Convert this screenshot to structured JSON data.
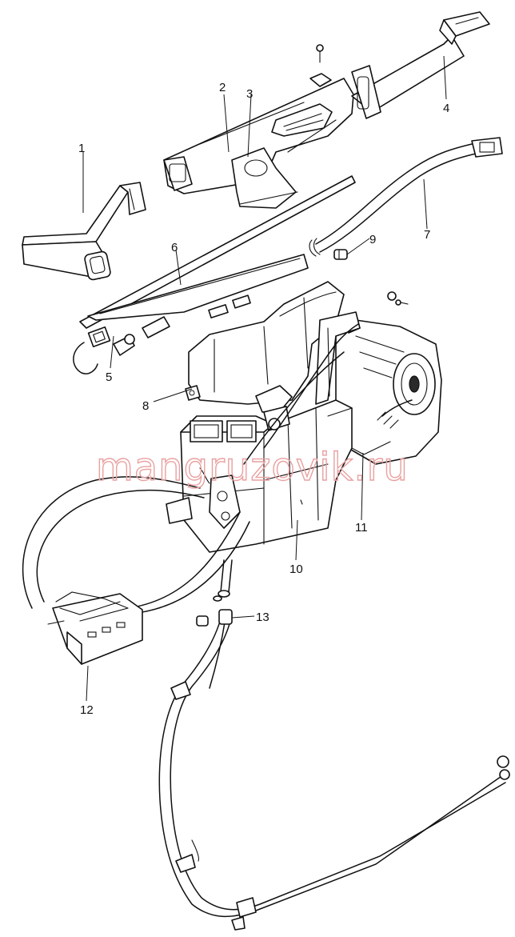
{
  "callouts": [
    {
      "id": "1",
      "text": "1"
    },
    {
      "id": "2",
      "text": "2"
    },
    {
      "id": "3",
      "text": "3"
    },
    {
      "id": "4",
      "text": "4"
    },
    {
      "id": "5",
      "text": "5"
    },
    {
      "id": "6",
      "text": "6"
    },
    {
      "id": "7",
      "text": "7"
    },
    {
      "id": "8",
      "text": "8"
    },
    {
      "id": "9",
      "text": "9"
    },
    {
      "id": "10",
      "text": "10"
    },
    {
      "id": "11",
      "text": "11"
    },
    {
      "id": "12",
      "text": "12"
    },
    {
      "id": "13",
      "text": "13"
    }
  ],
  "watermark": {
    "text": "mangruzovik.ru",
    "color": "#e9a1a1"
  },
  "colors": {
    "ink": "#111111",
    "paper": "#ffffff"
  }
}
